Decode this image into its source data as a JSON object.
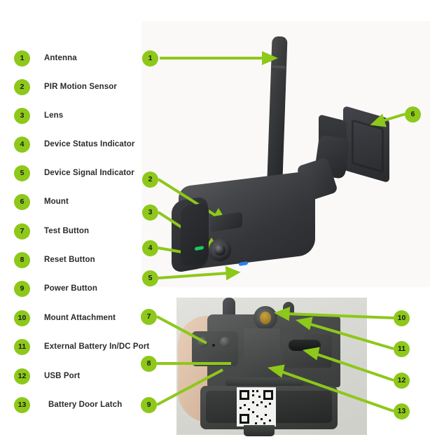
{
  "legend": {
    "items": [
      {
        "num": "1",
        "label": "Antenna"
      },
      {
        "num": "2",
        "label": "PIR Motion Sensor"
      },
      {
        "num": "3",
        "label": "Lens"
      },
      {
        "num": "4",
        "label": "Device Status Indicator"
      },
      {
        "num": "5",
        "label": "Device Signal Indicator"
      },
      {
        "num": "6",
        "label": "Mount"
      },
      {
        "num": "7",
        "label": "Test Button"
      },
      {
        "num": "8",
        "label": "Reset Button"
      },
      {
        "num": "9",
        "label": "Power Button"
      },
      {
        "num": "10",
        "label": "Mount Attachment"
      },
      {
        "num": "11",
        "label": "External Battery In/DC Port"
      },
      {
        "num": "12",
        "label": "USB Port"
      },
      {
        "num": "13",
        "label": "Battery Door Latch"
      }
    ]
  },
  "callouts": {
    "top_image": [
      {
        "num": "1",
        "target": "antenna"
      },
      {
        "num": "2",
        "target": "pir-motion-sensor"
      },
      {
        "num": "3",
        "target": "lens"
      },
      {
        "num": "4",
        "target": "device-status-indicator"
      },
      {
        "num": "5",
        "target": "device-signal-indicator"
      },
      {
        "num": "6",
        "target": "mount"
      }
    ],
    "bottom_image": [
      {
        "num": "7",
        "target": "test-button"
      },
      {
        "num": "8",
        "target": "reset-button"
      },
      {
        "num": "9",
        "target": "power-button"
      },
      {
        "num": "10",
        "target": "mount-attachment"
      },
      {
        "num": "11",
        "target": "external-battery-dc-port"
      },
      {
        "num": "12",
        "target": "usb-port"
      },
      {
        "num": "13",
        "target": "battery-door-latch"
      }
    ]
  },
  "colors": {
    "accent_green": "#8dc81a",
    "label_text": "#2b2b2b",
    "panel_top_bg": "#faf9f7",
    "photo_bg": "#dededa",
    "led_status": "#19c95e",
    "led_signal": "#2d7ff0"
  }
}
